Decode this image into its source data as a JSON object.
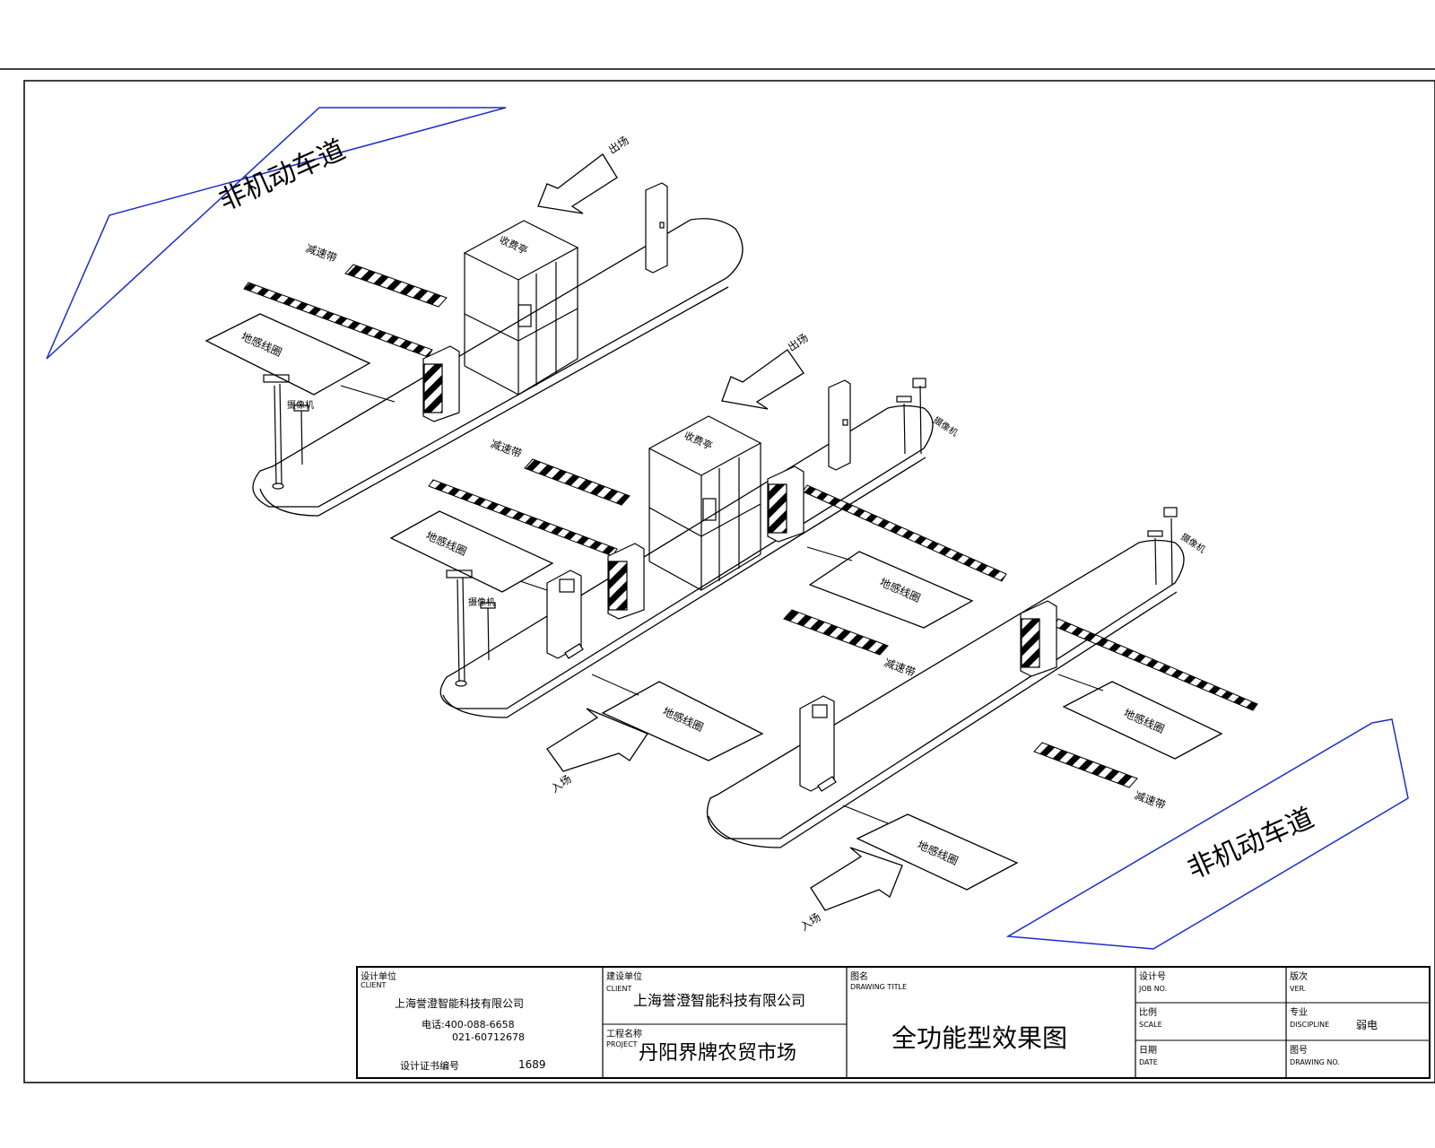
{
  "drawing": {
    "lane_labels": {
      "top_left": "非机动车道",
      "bottom_right": "非机动车道"
    },
    "arrow_labels": {
      "exit_1": "出场",
      "exit_2": "出场",
      "entry_1": "入场",
      "entry_2": "入场"
    },
    "booth_labels": {
      "booth_1": "收费亭",
      "booth_2": "收费亭"
    },
    "speed_bump_labels": {
      "bump_1": "减速带",
      "bump_2": "减速带",
      "bump_3": "减速带",
      "bump_4": "减速带"
    },
    "loop_labels": {
      "loop_1": "地感线圈",
      "loop_2": "地感线圈",
      "loop_3": "地感线圈",
      "loop_4": "地感线圈",
      "loop_5": "地感线圈",
      "loop_6": "地感线圈"
    },
    "camera_labels": {
      "cam_1": "摄像机",
      "cam_2": "摄像机",
      "cam_3": "摄像机",
      "cam_4": "摄像机"
    }
  },
  "title_block": {
    "design_unit_label": "设计单位",
    "design_unit_label_en": "CLIENT",
    "design_unit_name": "上海誉澄智能科技有限公司",
    "phone_line_1": "电话:400-088-6658",
    "phone_line_2": "021-60712678",
    "cert_label": "设计证书编号",
    "cert_number": "1689",
    "client_label": "建设单位",
    "client_label_en": "CLIENT",
    "client_name": "上海誉澄智能科技有限公司",
    "project_label": "工程名称",
    "project_label_en": "PROJECT",
    "project_name": "丹阳界牌农贸市场",
    "drawing_title_label": "图名",
    "drawing_title_label_en": "DRAWING TITLE",
    "drawing_title": "全功能型效果图",
    "job_no_label": "设计号",
    "job_no_label_en": "JOB NO.",
    "scale_label": "比例",
    "scale_label_en": "SCALE",
    "date_label": "日期",
    "date_label_en": "DATE",
    "ver_label": "版次",
    "ver_label_en": "VER.",
    "discipline_label": "专业",
    "discipline_label_en": "DISCIPLINE",
    "discipline_value": "弱电",
    "drawing_no_label": "图号",
    "drawing_no_label_en": "DRAWING NO."
  }
}
